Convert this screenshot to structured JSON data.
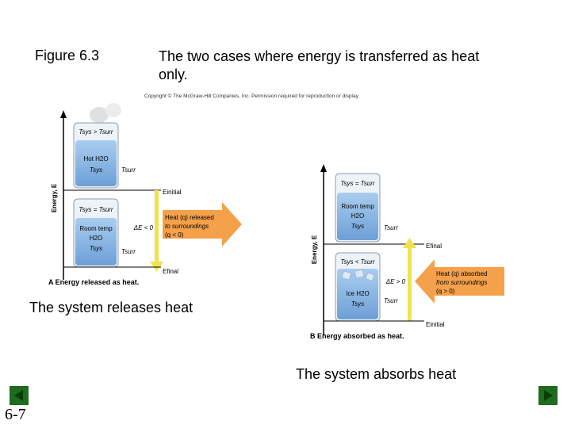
{
  "header": {
    "figure_label": "Figure 6.3",
    "caption": "The two cases where energy is transferred as heat only.",
    "copyright": "Copyright © The McGraw-Hill Companies, Inc. Permission required for reproduction or display."
  },
  "panel_a": {
    "axis_label": "Energy, E",
    "top_condition": "Tsys > Tsurr",
    "top_contents": [
      "Hot H2O",
      "Tsys"
    ],
    "top_surr": "Tsurr",
    "e_top": "Einitial",
    "bottom_condition": "Tsys = Tsurr",
    "bottom_contents": [
      "Room temp",
      "H2O",
      "Tsys"
    ],
    "bottom_surr": "Tsurr",
    "e_bottom": "Efinal",
    "delta_e": "ΔE < 0",
    "arrow_text": [
      "Heat (q) released",
      "to surroundings",
      "(q < 0)"
    ],
    "panel_title": "A  Energy released as heat.",
    "caption": "The system releases heat"
  },
  "panel_b": {
    "axis_label": "Energy, E",
    "top_condition": "Tsys = Tsurr",
    "top_contents": [
      "Room temp",
      "H2O",
      "Tsys"
    ],
    "top_surr": "Tsurr",
    "e_top": "Efinal",
    "bottom_condition": "Tsys < Tsurr",
    "bottom_contents": [
      "Ice H2O",
      "Tsys"
    ],
    "bottom_surr": "Tsurr",
    "e_bottom": "Einitial",
    "delta_e": "ΔE > 0",
    "arrow_text": [
      "Heat (q) absorbed",
      "from surroundings",
      "(q > 0)"
    ],
    "panel_title": "B  Energy absorbed as heat.",
    "caption": "The system absorbs heat"
  },
  "footer": {
    "slide_number": "6-7"
  },
  "colors": {
    "water": "#7fb2e6",
    "arrow_orange": "#f5a04a",
    "arrow_yellow": "#f2e24e",
    "nav_green": "#1f6b1f"
  }
}
